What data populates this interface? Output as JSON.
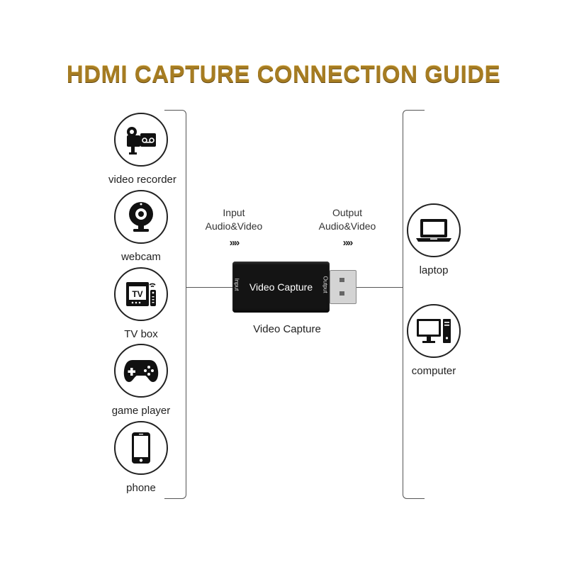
{
  "title": "HDMI CAPTURE CONNECTION GUIDE",
  "inputs": [
    {
      "label": "video recorder",
      "icon": "video-recorder-icon"
    },
    {
      "label": "webcam",
      "icon": "webcam-icon"
    },
    {
      "label": "TV box",
      "icon": "tv-box-icon",
      "badge": "TV"
    },
    {
      "label": "game player",
      "icon": "gamepad-icon"
    },
    {
      "label": "phone",
      "icon": "phone-icon"
    }
  ],
  "outputs": [
    {
      "label": "laptop",
      "icon": "laptop-icon"
    },
    {
      "label": "computer",
      "icon": "computer-icon"
    }
  ],
  "input_flow": {
    "line1": "Input",
    "line2": "Audio&Video",
    "arrow": "»»"
  },
  "output_flow": {
    "line1": "Output",
    "line2": "Audio&Video",
    "arrow": "»»"
  },
  "capture_device": {
    "name": "Video Capture",
    "input_port": "Input",
    "output_port": "Output",
    "caption": "Video Capture"
  },
  "colors": {
    "title": "#a67c22",
    "device_body": "#141414",
    "usb_plug": "#d4d4d4"
  }
}
